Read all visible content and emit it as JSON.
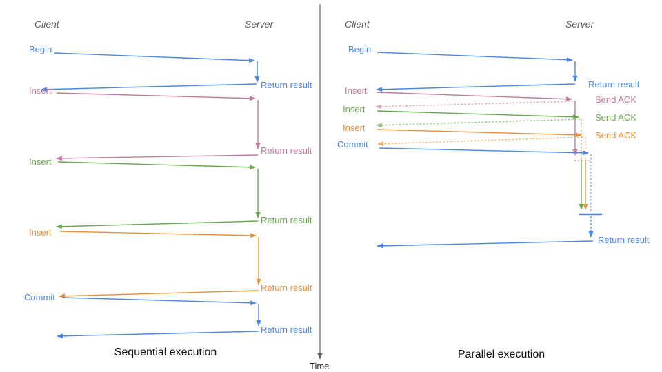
{
  "left": {
    "title": "Sequential execution",
    "client": "Client",
    "server": "Server",
    "ops": [
      {
        "label": "Begin",
        "color": "blue",
        "return_label": "Return result"
      },
      {
        "label": "Insert",
        "color": "pink",
        "return_label": "Return result"
      },
      {
        "label": "Insert",
        "color": "green",
        "return_label": "Return result"
      },
      {
        "label": "Insert",
        "color": "orange",
        "return_label": "Return result"
      },
      {
        "label": "Commit",
        "color": "blue",
        "return_label": "Return result"
      }
    ]
  },
  "right": {
    "title": "Parallel execution",
    "client": "Client",
    "server": "Server",
    "ops": [
      {
        "label": "Begin",
        "color": "blue",
        "server_label": "Return result"
      },
      {
        "label": "Insert",
        "color": "pink",
        "server_label": "Send ACK"
      },
      {
        "label": "Insert",
        "color": "green",
        "server_label": "Send ACK"
      },
      {
        "label": "Insert",
        "color": "orange",
        "server_label": "Send ACK"
      },
      {
        "label": "Commit",
        "color": "blue",
        "server_label": "Return result"
      }
    ]
  },
  "time_axis": {
    "label": "Time"
  },
  "colors": {
    "blue": "#4a86e8",
    "pink": "#c27ba0",
    "green": "#6aa84f",
    "orange": "#e69138",
    "blue_light": "#7fabe8",
    "pink_light": "#d5a6bd",
    "green_light": "#93c47d",
    "orange_light": "#f6b26b",
    "axis_gray": "#606060"
  }
}
